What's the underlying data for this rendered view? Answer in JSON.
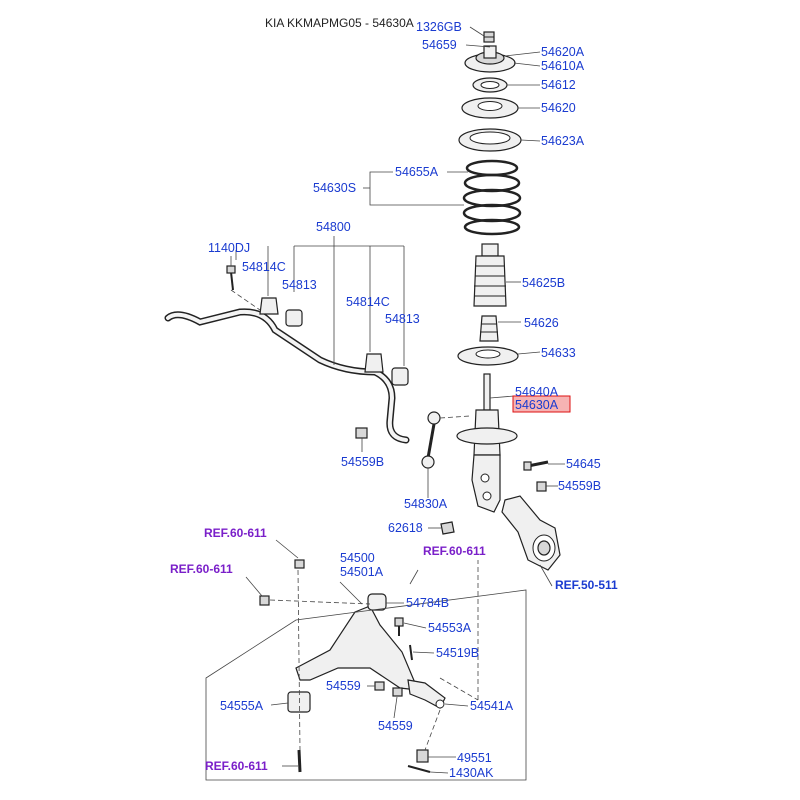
{
  "header": {
    "title": "KIA KKMAPMG05 - 54630A"
  },
  "parts": {
    "p1326GB": "1326GB",
    "p54659": "54659",
    "p54620A": "54620A",
    "p54610A": "54610A",
    "p54612": "54612",
    "p54620": "54620",
    "p54623A": "54623A",
    "p54655A": "54655A",
    "p54630S": "54630S",
    "p54800": "54800",
    "p1140DJ": "1140DJ",
    "p54814C_1": "54814C",
    "p54813_1": "54813",
    "p54814C_2": "54814C",
    "p54813_2": "54813",
    "p54625B": "54625B",
    "p54626": "54626",
    "p54633": "54633",
    "p54640A": "54640A",
    "p54630A": "54630A",
    "p54645": "54645",
    "p54559B_1": "54559B",
    "p54559B_2": "54559B",
    "p54830A": "54830A",
    "p62618": "62618",
    "p54500": "54500",
    "p54501A": "54501A",
    "p54784B": "54784B",
    "p54553A": "54553A",
    "p54519B": "54519B",
    "p54559_1": "54559",
    "p54559_2": "54559",
    "p54555A": "54555A",
    "p54541A": "54541A",
    "p49551": "49551",
    "p1430AK": "1430AK"
  },
  "refs": {
    "r1": "REF.60-611",
    "r2": "REF.60-611",
    "r3": "REF.60-611",
    "r4": "REF.60-611",
    "r5": "REF.50-511"
  },
  "colors": {
    "part_number": "#1a3bd0",
    "ref_label": "#7a1fc9",
    "highlight": "#f6b3b3"
  }
}
